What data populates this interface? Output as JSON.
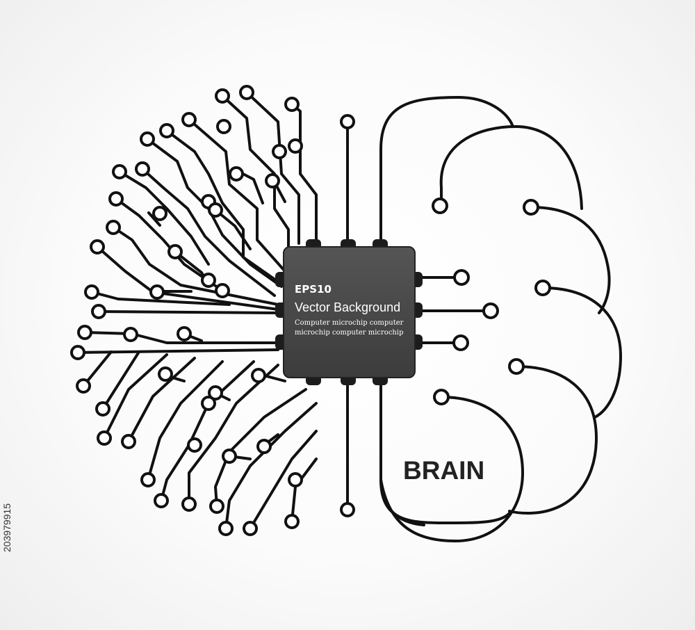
{
  "chip": {
    "model": "EPS10",
    "title": "Vector Background",
    "description_lines": [
      "Computer microchip computer",
      "microchip computer microchip"
    ]
  },
  "label": "BRAIN",
  "stock_id": "203979915",
  "colors": {
    "background": "#fbfbfb",
    "stroke": "#111111",
    "chip_body": "#4a4a4a",
    "chip_pin": "#1c1c1c",
    "text_dark": "#222222",
    "text_light": "#ffffff"
  },
  "icons": [
    "circuit-trace-icon",
    "microchip-icon",
    "brain-outline-icon"
  ]
}
